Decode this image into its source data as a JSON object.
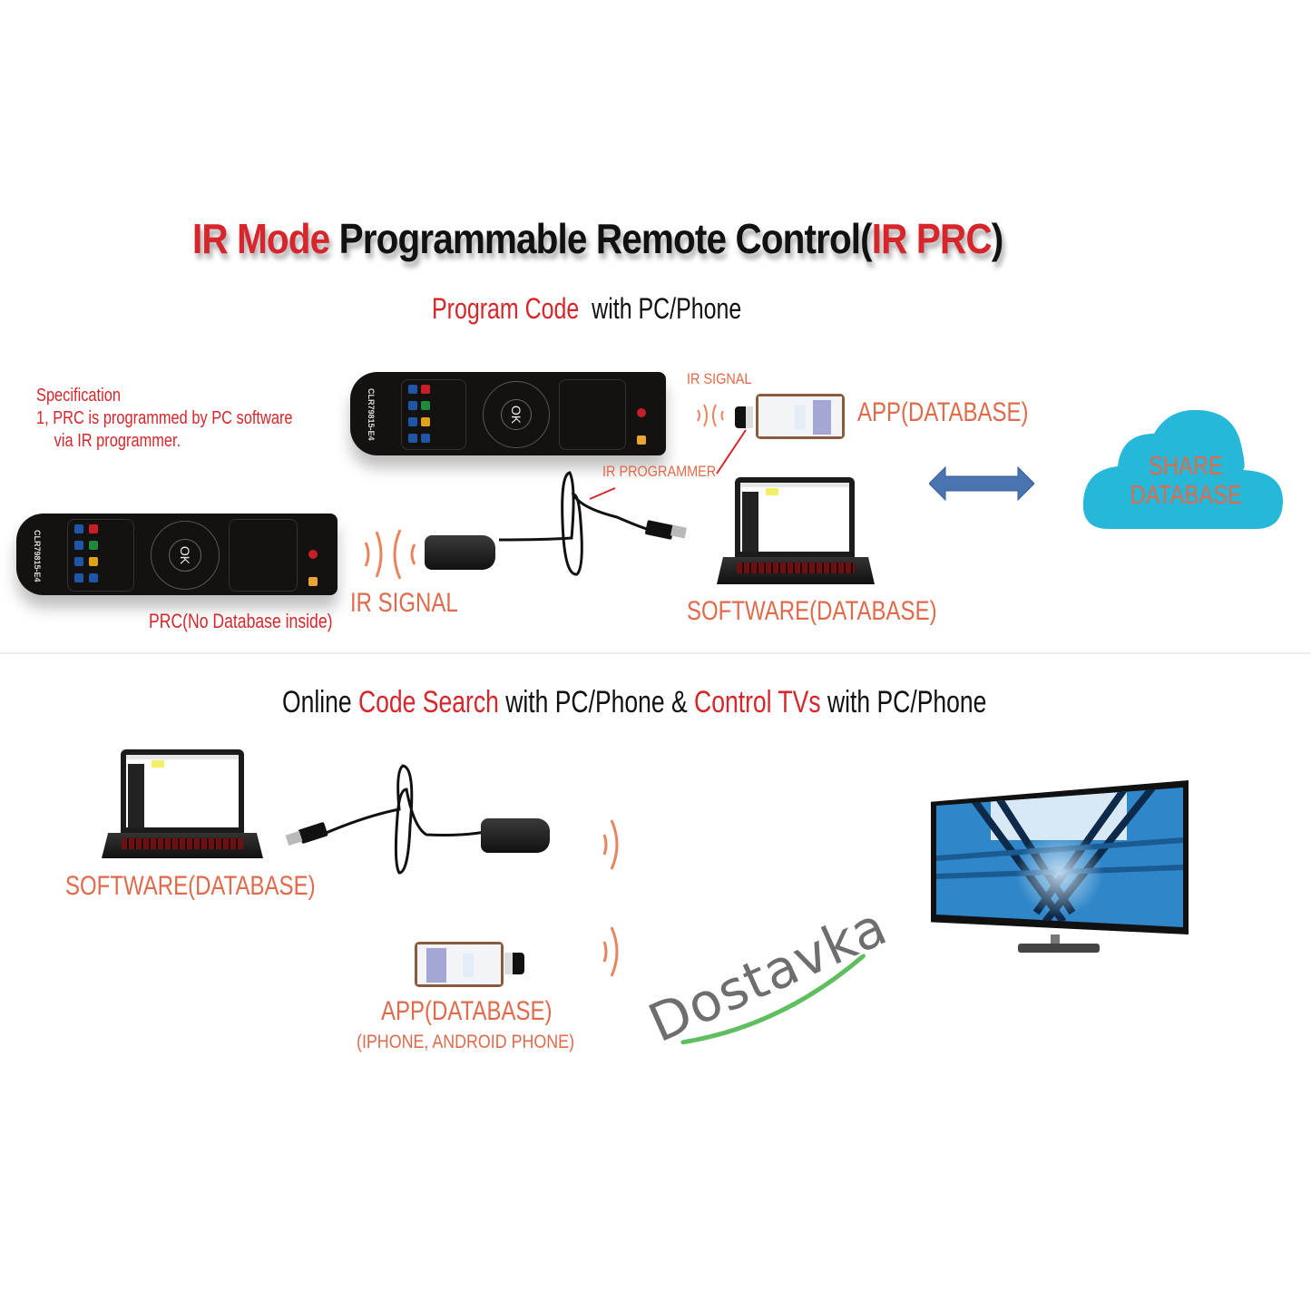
{
  "title": {
    "part1": "IR Mode",
    "part2": " Programmable Remote Control(",
    "part3": "IR PRC",
    "part4": ")"
  },
  "section1": {
    "heading_red": "Program Code",
    "heading_black": "  with PC/Phone",
    "specification": {
      "label": "Specification",
      "line1": "1, PRC is programmed by PC software",
      "line2": "via IR programmer."
    },
    "remote_model": "CLR79815-E4",
    "remote_ok": "OK",
    "labels": {
      "ir_signal_small": "IR SIGNAL",
      "ir_signal_large": "IR SIGNAL",
      "ir_programmer": "IR PROGRAMMER",
      "app_database": "APP(DATABASE)",
      "software_database": "SOFTWARE(DATABASE)",
      "prc_no_database": "PRC(No Database inside)",
      "cloud_line1": "SHARE",
      "cloud_line2": "DATABASE"
    }
  },
  "section2": {
    "heading": {
      "p1": "Online ",
      "p2": "Code Search",
      "p3": " with PC/Phone & ",
      "p4": "Control TVs",
      "p5": " with PC/Phone"
    },
    "labels": {
      "software_database": "SOFTWARE(DATABASE)",
      "app_database": "APP(DATABASE)",
      "app_platforms": "(IPHONE, ANDROID PHONE)"
    }
  },
  "watermark": "Dostavka",
  "colors": {
    "accent_red": "#d7262b",
    "label_salmon": "#e06a4a",
    "cloud_blue": "#27b7d8",
    "arrow_blue": "#4a74b0",
    "tv_screen_blue": "#2f86c8",
    "watermark_gray": "#555555",
    "watermark_green": "#5fbf5f"
  },
  "icons": {
    "ir_wave": "ir-signal-waves",
    "cloud": "cloud",
    "double_arrow": "bidirectional-arrow",
    "laptop": "laptop",
    "phone": "smartphone",
    "remote": "remote-control",
    "usb_programmer": "usb-ir-programmer",
    "tv": "television"
  }
}
